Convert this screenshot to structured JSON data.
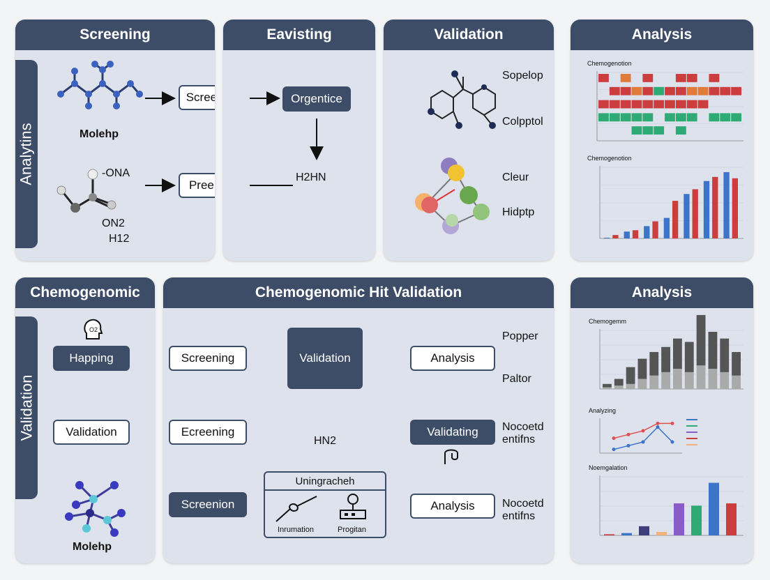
{
  "top_row": {
    "screening": {
      "title": "Screening",
      "side_tab": "Analytins",
      "molecule1_label": "Molehp",
      "molecule2_labels": [
        "-ONA",
        "ON2",
        "H12"
      ],
      "flow": [
        "Screening",
        "Preenion"
      ]
    },
    "eavisting": {
      "title": "Eavisting",
      "flow": [
        "Orgentice"
      ],
      "formula": "H2HN"
    },
    "validation": {
      "title": "Validation",
      "labels": [
        "Sopelop",
        "Colpptol",
        "Cleur",
        "Hidptp"
      ]
    },
    "analysis": {
      "title": "Analysis",
      "chart1_title": "Chemogenotion",
      "chart2_title": "Chemogenotion"
    }
  },
  "bottom_row": {
    "chemogenomic": {
      "title": "Chemogenomic",
      "side_tab": "Validation",
      "boxes": [
        "Happing",
        "Validation"
      ],
      "molecule_label": "Molehp",
      "icon_text": "O2"
    },
    "hit_validation": {
      "title": "Chemogenomic Hit Validation",
      "boxes": {
        "screening": "Screening",
        "validation": "Validation",
        "analysis": "Analysis",
        "ecreening": "Ecreening",
        "validating": "Validating",
        "screenion": "Screenion",
        "analysis2": "Analysis",
        "legend_title": "Uningracheh"
      },
      "formula": "HN2",
      "icons": [
        "Inrumation",
        "Progitan"
      ],
      "side_labels": [
        "Popper",
        "Paltor",
        "Nocoetd entifns",
        "Nocoetd entifns"
      ]
    },
    "analysis": {
      "title": "Analysis",
      "chart1_title": "Chemogemm",
      "chart2_title": "Analyzing",
      "chart3_title": "Noemgalation"
    }
  },
  "chart_data": [
    {
      "type": "heatmap",
      "title": "Chemogenotion",
      "rows": 5,
      "cols": 13,
      "colors": [
        "#e07b39",
        "#cc3d3d",
        "#2eaa74",
        "#f0b27a"
      ]
    },
    {
      "type": "bar",
      "title": "Chemogenotion",
      "series": [
        {
          "color": "#3b74c8",
          "values": [
            1,
            10,
            18,
            30,
            65,
            84,
            97
          ]
        },
        {
          "color": "#cc3d3d",
          "values": [
            5,
            12,
            25,
            55,
            72,
            90,
            88
          ]
        }
      ]
    },
    {
      "type": "bar",
      "title": "Chemogemm",
      "series": [
        {
          "color": "#555555",
          "values": [
            2,
            4,
            10,
            12,
            14,
            15,
            18,
            18,
            30,
            22,
            20,
            14
          ]
        },
        {
          "color": "#aaaaaa",
          "values": [
            1,
            2,
            3,
            6,
            8,
            10,
            12,
            10,
            14,
            12,
            10,
            8
          ]
        }
      ]
    },
    {
      "type": "line",
      "title": "Analyzing",
      "series": [
        {
          "color": "#e05050",
          "values": [
            4,
            5,
            6,
            8,
            8
          ]
        },
        {
          "color": "#3b74c8",
          "values": [
            1,
            2,
            3,
            7,
            3
          ]
        }
      ]
    },
    {
      "type": "bar",
      "title": "Noemgalation",
      "values": [
        1,
        2,
        8,
        3,
        28,
        26,
        46,
        28
      ],
      "colors": [
        "#cc3d3d",
        "#3b74c8",
        "#3e3e7a",
        "#f0b27a",
        "#8a5cc8",
        "#2eaa74",
        "#3b74c8",
        "#cc3d3d"
      ]
    }
  ]
}
